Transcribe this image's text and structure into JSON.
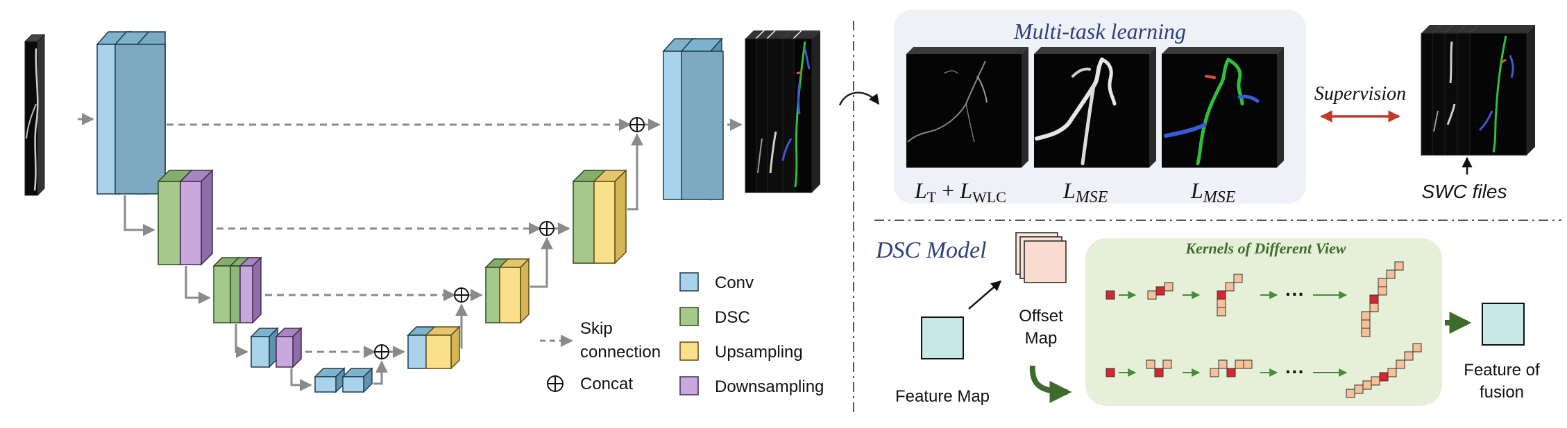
{
  "legend": {
    "conv": "Conv",
    "dsc": "DSC",
    "upsampling": "Upsampling",
    "downsampling": "Downsampling",
    "skip_line1": "Skip",
    "skip_line2": "connection",
    "concat": "Concat"
  },
  "multitask": {
    "title": "Multi-task learning",
    "loss1_main": "L",
    "loss1_sub": "T",
    "loss1_plus": " + ",
    "loss2_main": "L",
    "loss2_sub": "WLC",
    "loss3_main": "L",
    "loss3_sub": "MSE",
    "loss4_main": "L",
    "loss4_sub": "MSE"
  },
  "supervision": "Supervision",
  "swc_files": "SWC files",
  "dsc_model": {
    "title": "DSC Model",
    "feature_map": "Feature Map",
    "offset_line1": "Offset",
    "offset_line2": "Map",
    "kernels_title": "Kernels of Different View",
    "ellipsis": "···",
    "fusion_line1": "Feature of",
    "fusion_line2": "fusion"
  },
  "colors": {
    "conv": "#a9d3ea",
    "dsc": "#a5c98b",
    "upsampling": "#fbe08c",
    "downsampling": "#c8a8dd",
    "kernel_panel": "#e6f0d9",
    "kernel_red": "#d8262c",
    "kernel_peach": "#f6c09a",
    "accent_arrow": "#c0392b",
    "dark_green_arrow": "#3d6b2b",
    "title_blue": "#2e3f79"
  }
}
